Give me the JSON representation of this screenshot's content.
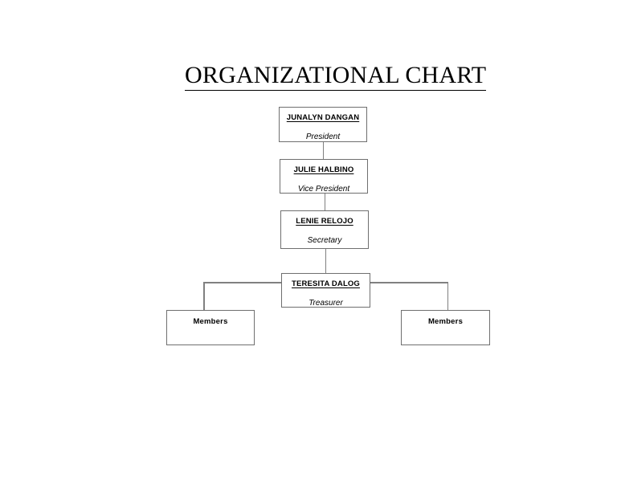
{
  "document": {
    "title": "ORGANIZATIONAL CHART"
  },
  "chart_data": {
    "type": "diagram",
    "diagram_kind": "organizational-chart",
    "title": "ORGANIZATIONAL CHART",
    "orientation": "vertical-hierarchy",
    "nodes": [
      {
        "id": "president",
        "name": "JUNALYN DANGAN",
        "role": "President",
        "level": 1
      },
      {
        "id": "vice-president",
        "name": "JULIE HALBINO",
        "role": "Vice President",
        "level": 2
      },
      {
        "id": "secretary",
        "name": "LENIE RELOJO",
        "role": "Secretary",
        "level": 3
      },
      {
        "id": "treasurer",
        "name": "TERESITA DALOG",
        "role": "Treasurer",
        "level": 4
      },
      {
        "id": "members-left",
        "name": "Members",
        "role": "",
        "level": 5
      },
      {
        "id": "members-right",
        "name": "Members",
        "role": "",
        "level": 5
      }
    ],
    "edges": [
      {
        "from": "president",
        "to": "vice-president"
      },
      {
        "from": "vice-president",
        "to": "secretary"
      },
      {
        "from": "secretary",
        "to": "treasurer"
      },
      {
        "from": "treasurer",
        "to": "members-left"
      },
      {
        "from": "treasurer",
        "to": "members-right"
      }
    ],
    "colors": {
      "background": "#ffffff",
      "text": "#000000",
      "box_border": "#6f6f6f",
      "connector": "#808080"
    }
  }
}
